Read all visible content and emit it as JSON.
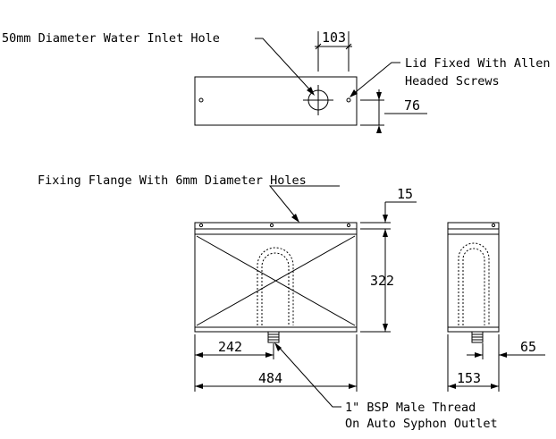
{
  "labels": {
    "inlet_hole": "50mm Diameter Water Inlet Hole",
    "lid_fixed_1": "Lid Fixed With Allen",
    "lid_fixed_2": "Headed Screws",
    "fixing_flange": "Fixing Flange With 6mm Diameter Holes",
    "bsp_1": "1\" BSP Male Thread",
    "bsp_2": "On Auto Syphon Outlet"
  },
  "dimensions": {
    "hole_offset": "103",
    "lid_depth": "76",
    "flange_thickness": "15",
    "height": "322",
    "outlet_position": "242",
    "width": "484",
    "outlet_side": "65",
    "side_width": "153"
  }
}
